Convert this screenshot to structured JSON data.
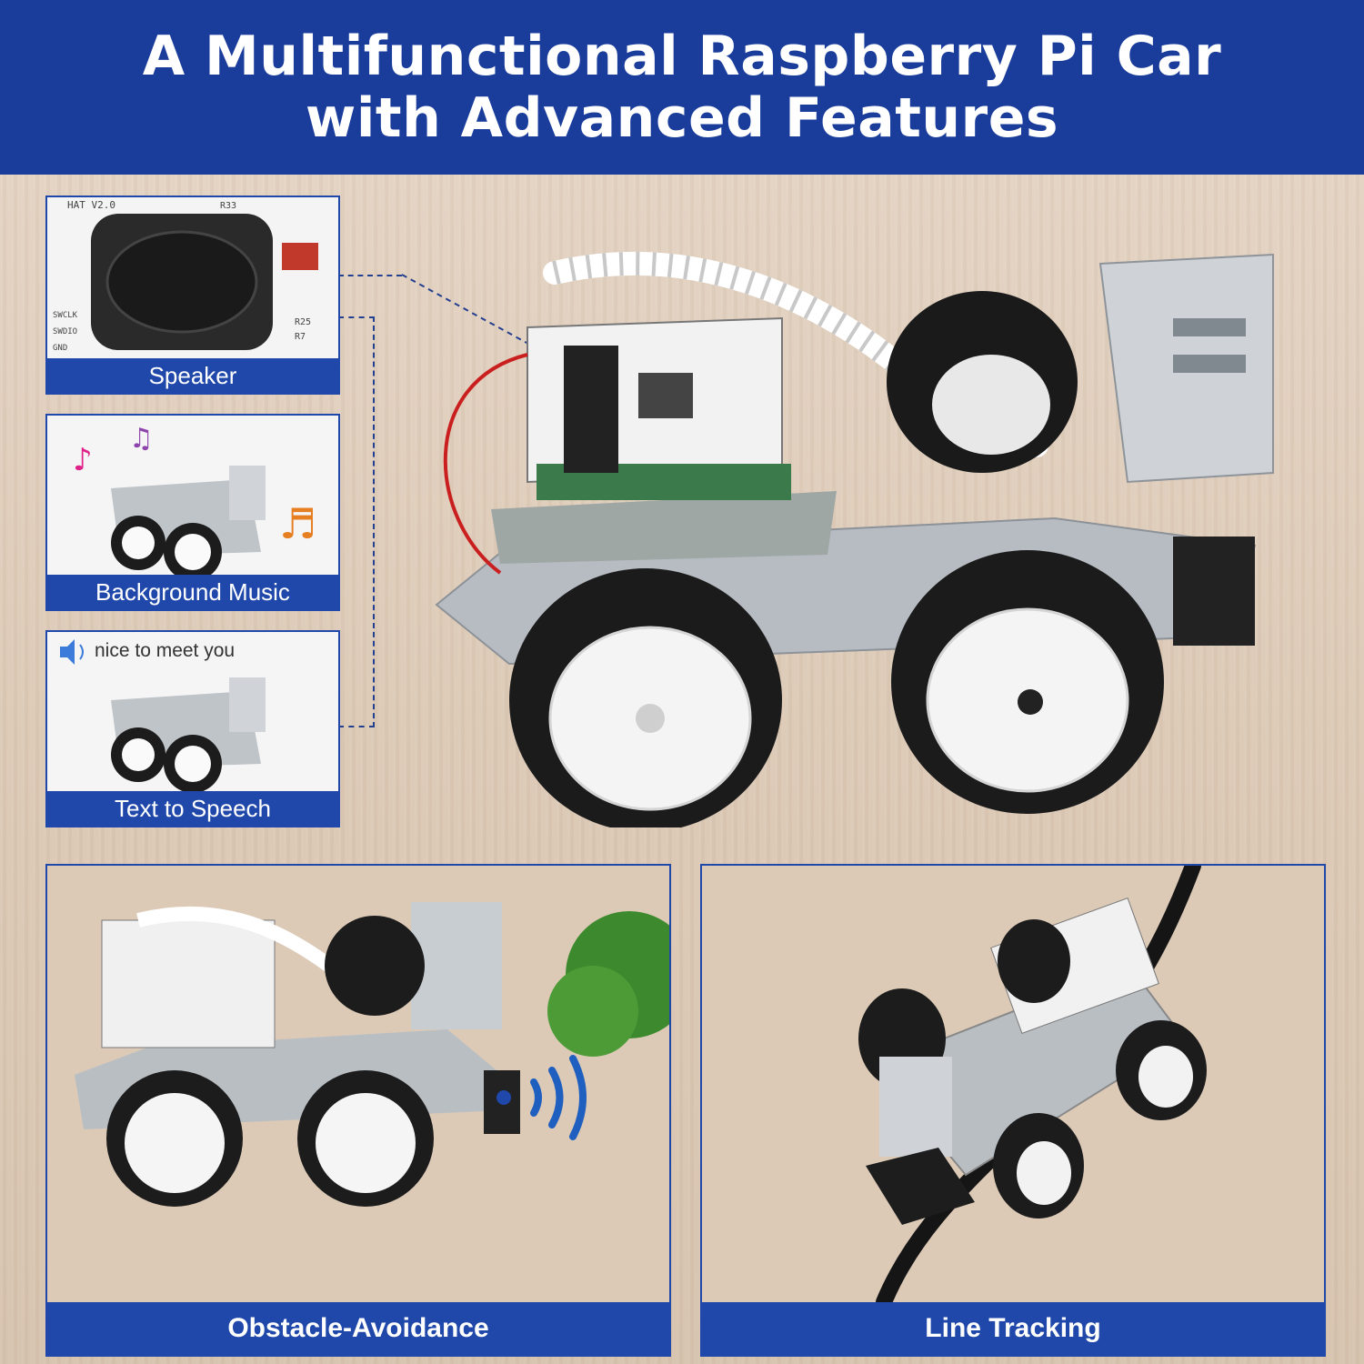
{
  "header": {
    "title_line1": "A Multifunctional Raspberry Pi Car",
    "title_line2": "with Advanced Features",
    "background_color": "#1a3d9c"
  },
  "feature_panels": [
    {
      "caption": "Speaker",
      "icon": "speaker-module-photo"
    },
    {
      "caption": "Background Music",
      "icon": "music-notes-icon"
    },
    {
      "caption": "Text to Speech",
      "icon": "speaker-volume-icon",
      "speech_text": "nice to meet you"
    }
  ],
  "bottom_panels": [
    {
      "caption": "Obstacle-Avoidance",
      "icon": "sound-waves-icon"
    },
    {
      "caption": "Line Tracking",
      "icon": "black-line-track"
    }
  ],
  "speaker_board_labels": [
    "HAT V2.0",
    "R33",
    "R25",
    "R7",
    "SWCLK",
    "SWDIO",
    "GND"
  ],
  "colors": {
    "accent": "#1f48aa",
    "wood": "#dcc9b6"
  }
}
